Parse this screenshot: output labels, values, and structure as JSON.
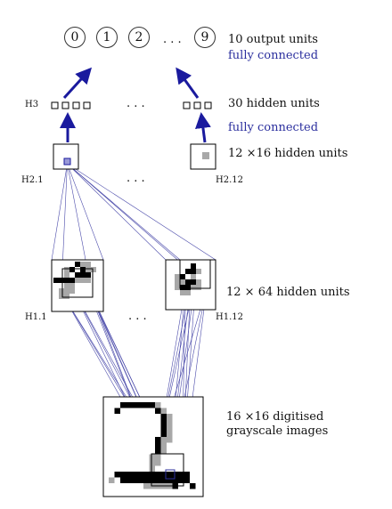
{
  "output": {
    "units": [
      "0",
      "1",
      "2",
      "9"
    ],
    "ellipsis": ". . .",
    "label": "10 output units",
    "connection": "fully connected"
  },
  "h3": {
    "name": "H3",
    "ellipsis": ". . .",
    "label": "30 hidden units",
    "connection": "fully connected"
  },
  "h2": {
    "first": "H2.1",
    "last": "H2.12",
    "ellipsis": ". . .",
    "label": "12 ×16 hidden units"
  },
  "h1": {
    "first": "H1.1",
    "last": "H1.12",
    "ellipsis": ". . .",
    "label": "12 × 64 hidden units"
  },
  "input": {
    "label_line1": "16 ×16 digitised",
    "label_line2": "grayscale images"
  },
  "colors": {
    "arrow": "#1a1a9e",
    "link": "#4a4aaa",
    "dark_pixel": "#000000",
    "gray_pixel": "#a8a8a8"
  }
}
